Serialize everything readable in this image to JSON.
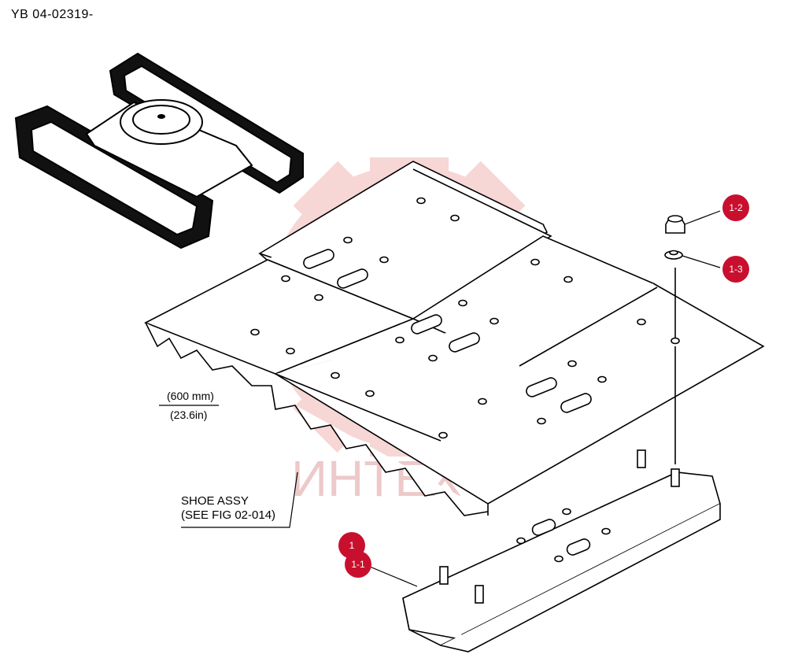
{
  "drawing_code": "YB 04-02319-",
  "dimension": {
    "metric": "(600 mm)",
    "imperial": "(23.6in)"
  },
  "shoe_assy": {
    "line1": "SHOE ASSY",
    "line2": "(SEE FIG 02-014)"
  },
  "callouts": [
    {
      "id": "1-2",
      "label": "1-2"
    },
    {
      "id": "1-3",
      "label": "1-3"
    },
    {
      "id": "1",
      "label": "1"
    },
    {
      "id": "1-1",
      "label": "1-1"
    }
  ],
  "watermark": {
    "text": "ИНТЕХ",
    "color": "#e8b8b8"
  },
  "colors": {
    "callout": "#c8102e",
    "watermark_gear": "#f4c9c9"
  }
}
